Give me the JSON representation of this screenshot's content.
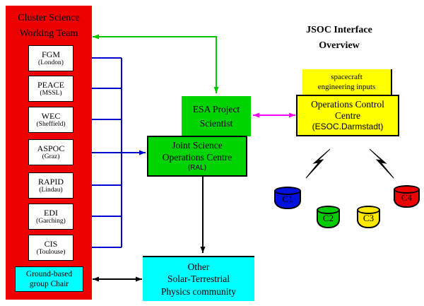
{
  "page_title": {
    "line1": "JSOC Interface",
    "line2": "Overview"
  },
  "colors": {
    "red": "#ee0000",
    "box_green": "#00d400",
    "yellow": "#ffff00",
    "cyan": "#00ffff",
    "arrow_green": "#00c400",
    "arrow_blue": "#0000cc",
    "arrow_magenta": "#ff00ff",
    "black": "#000000",
    "white": "#ffffff"
  },
  "cluster_team": {
    "title": {
      "line1": "Cluster Science",
      "line2": "Working Team"
    },
    "instruments": [
      {
        "name": "FGM",
        "location": "(London)"
      },
      {
        "name": "PEACE",
        "location": "(MSSL)"
      },
      {
        "name": "WEC",
        "location": "(Sheffield)"
      },
      {
        "name": "ASPOC",
        "location": "(Graz)"
      },
      {
        "name": "RAPID",
        "location": "(Lindau)"
      },
      {
        "name": "EDI",
        "location": "(Garching)"
      },
      {
        "name": "CIS",
        "location": "(Toulouse)"
      }
    ],
    "ground_based": {
      "line1": "Ground-based",
      "line2": "group Chair"
    }
  },
  "esa_project_scientist": {
    "line1": "ESA Project",
    "line2": "Scientist"
  },
  "joint_science_ops": {
    "line1": "Joint Science",
    "line2": "Operations Centre",
    "line3": "(RAL)"
  },
  "spacecraft_inputs": {
    "line1": "spacecraft",
    "line2": "engineering inputs"
  },
  "operations_control": {
    "line1": "Operations Control",
    "line2": "Centre",
    "line3": "(ESOC.Darmstadt)"
  },
  "satellites": [
    {
      "label": "C1",
      "color": "#0010dd"
    },
    {
      "label": "C2",
      "color": "#00cc00"
    },
    {
      "label": "C3",
      "color": "#ffe800"
    },
    {
      "label": "C4",
      "color": "#ee0000"
    }
  ],
  "other_community": {
    "line1": "Other",
    "line2": "Solar-Terrestrial",
    "line3": "Physics community"
  }
}
